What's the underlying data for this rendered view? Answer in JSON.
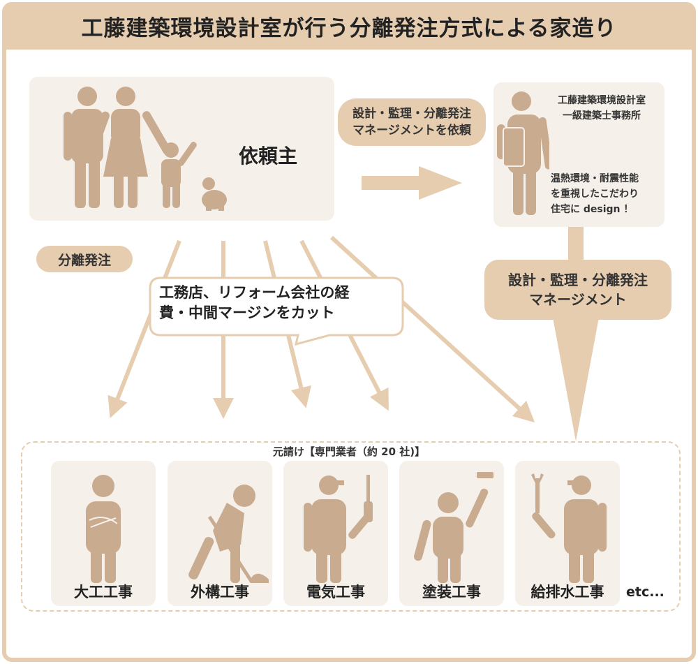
{
  "title": "工藤建築環境設計室が行う分離発注方式による家造り",
  "client": {
    "label": "依頼主"
  },
  "request_pill": {
    "line1": "設計・監理・分離発注",
    "line2": "マネージメントを依頼"
  },
  "architect": {
    "name1": "工藤建築環境設計室",
    "name2": "一級建築士事務所",
    "desc1": "温熱環境・耐震性能",
    "desc2": "を重視したこだわり",
    "desc3": "住宅に design ！"
  },
  "separate_order_pill": "分離発注",
  "management_pill": {
    "line1": "設計・監理・分離発注",
    "line2": "マネージメント"
  },
  "callout": {
    "line1": "工務店、リフォーム会社の経",
    "line2": "費・中間マージンをカット"
  },
  "contractors": {
    "heading": "元請け【専門業者（約 20 社)】",
    "items": [
      "大工工事",
      "外構工事",
      "電気工事",
      "塗装工事",
      "給排水工事"
    ],
    "etc": "etc..."
  },
  "colors": {
    "accent": "#e6cdb0",
    "figure": "#c9ab90",
    "panel": "#f6f0ea"
  }
}
